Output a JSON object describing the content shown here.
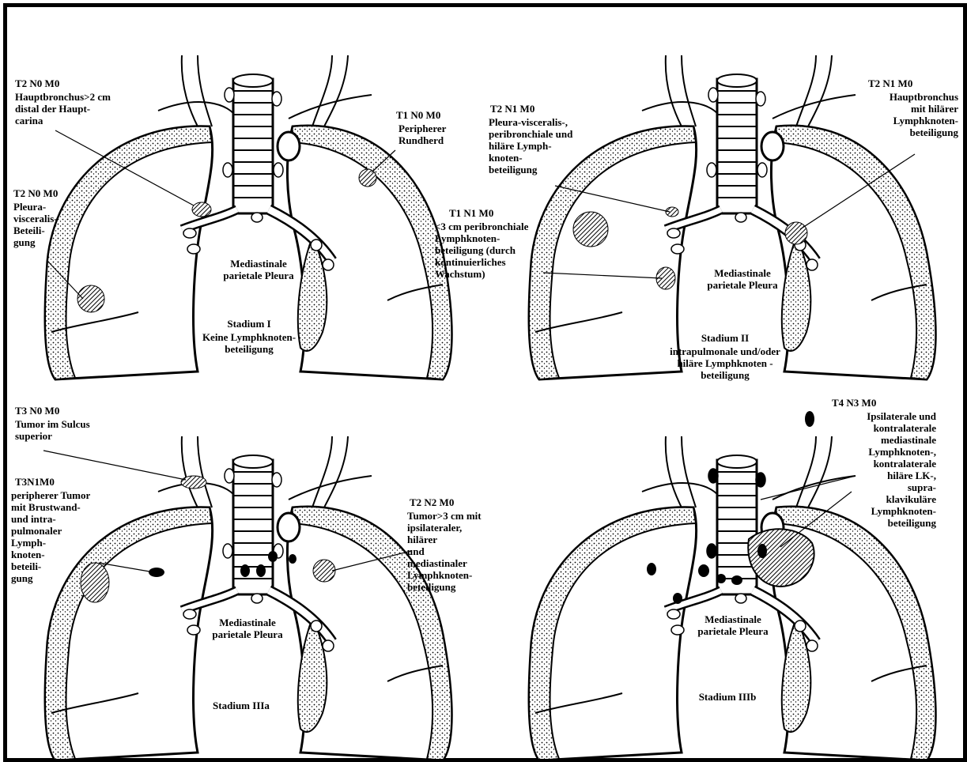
{
  "stage_I": {
    "stage": "Stadium I",
    "stage_desc": "Keine Lymphknoten-\nbeteiligung",
    "pleura": "Mediastinale\nparietale Pleura",
    "t2n0m0_main": {
      "code": "T2 N0 M0",
      "text": "Hauptbronchus>2 cm\ndistal der  Haupt-\ncarina"
    },
    "t1n0m0": {
      "code": "T1 N0 M0",
      "text": "Peripherer\nRundherd"
    },
    "t2n0m0_pleura": {
      "code": "T2 N0 M0",
      "text": "Pleura-\nvisceralis-\nBeteili-\ngung"
    },
    "t1n1m0": {
      "code": "T1 N1 M0",
      "text": "<3 cm peribronchiale\nLymphknoten-\nbeteiligung (durch\nkontinuierliches\nWachstum)"
    }
  },
  "stage_II": {
    "stage": "Stadium II",
    "stage_desc": "intrapulmonale und/oder\nhiläre Lymphknoten -\nbeteiligung",
    "pleura": "Mediastinale\nparietale Pleura",
    "t2n1m0_left": {
      "code": "T2 N1 M0",
      "text": "Pleura-visceralis-,\nperibronchiale und\nhiläre Lymph-\nknoten-\nbeteiligung"
    },
    "t2n1m0_right": {
      "code": "T2 N1 M0",
      "text": "Hauptbronchus\nmit hilärer\nLymphknoten-\nbeteiligung"
    }
  },
  "stage_IIIa": {
    "stage": "Stadium IIIa",
    "pleura": "Mediastinale\nparietale Pleura",
    "t3n0m0": {
      "code": "T3 N0 M0",
      "text": "Tumor im Sulcus\nsuperior"
    },
    "t3n1m0": {
      "code": "T3N1M0",
      "text": "peripherer Tumor\nmit Brustwand-\nund intra-\npulmonaler\nLymph-\nknoten-\nbeteili-\ngung"
    },
    "t2n2m0": {
      "code": "T2 N2 M0",
      "text": "Tumor>3 cm mit\nipsilateraler, hilärer\nund mediastinaler\nLymphknoten-\nbeteiligung"
    }
  },
  "stage_IIIb": {
    "stage": "Stadium IIIb",
    "pleura": "Mediastinale\nparietale Pleura",
    "t4n3m0": {
      "code": "T4 N3 M0",
      "text": "Ipsilaterale und\nkontralaterale\nmediastinale\nLymphknoten-,\nkontralaterale\nhiläre LK-,\nsupra-\nklavikuläre\nLymphknoten-\nbeteiligung"
    }
  }
}
